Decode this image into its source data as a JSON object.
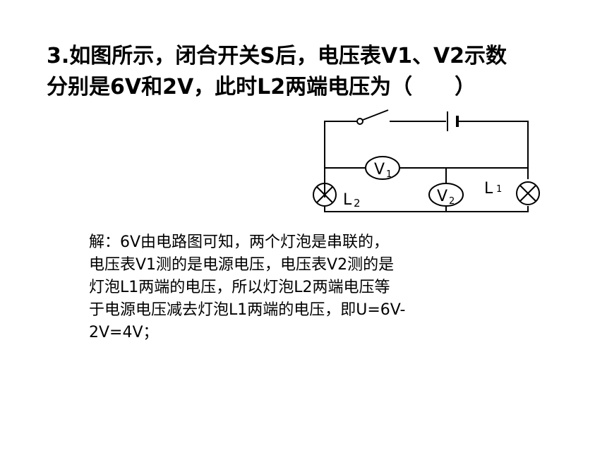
{
  "question": {
    "line1": "3.如图所示，闭合开关S后，电压表V1、V2示数",
    "line2": "分别是6V和2V，此时L2两端电压为（　　）"
  },
  "circuit": {
    "voltmeter_1": "V",
    "voltmeter_1_sub": "1",
    "voltmeter_2": "V",
    "voltmeter_2_sub": "2",
    "lamp_2": "L",
    "lamp_2_sub": "2",
    "lamp_1": "L",
    "lamp_1_sub": "1"
  },
  "answer": {
    "lines": [
      "解：6V由电路图可知，两个灯泡是串联的，",
      "电压表V1测的是电源电压，电压表V2测的是",
      "灯泡L1两端的电压，所以灯泡L2两端电压等",
      "于电源电压减去灯泡L1两端的电压，即U=6V-",
      "2V=4V；"
    ]
  }
}
